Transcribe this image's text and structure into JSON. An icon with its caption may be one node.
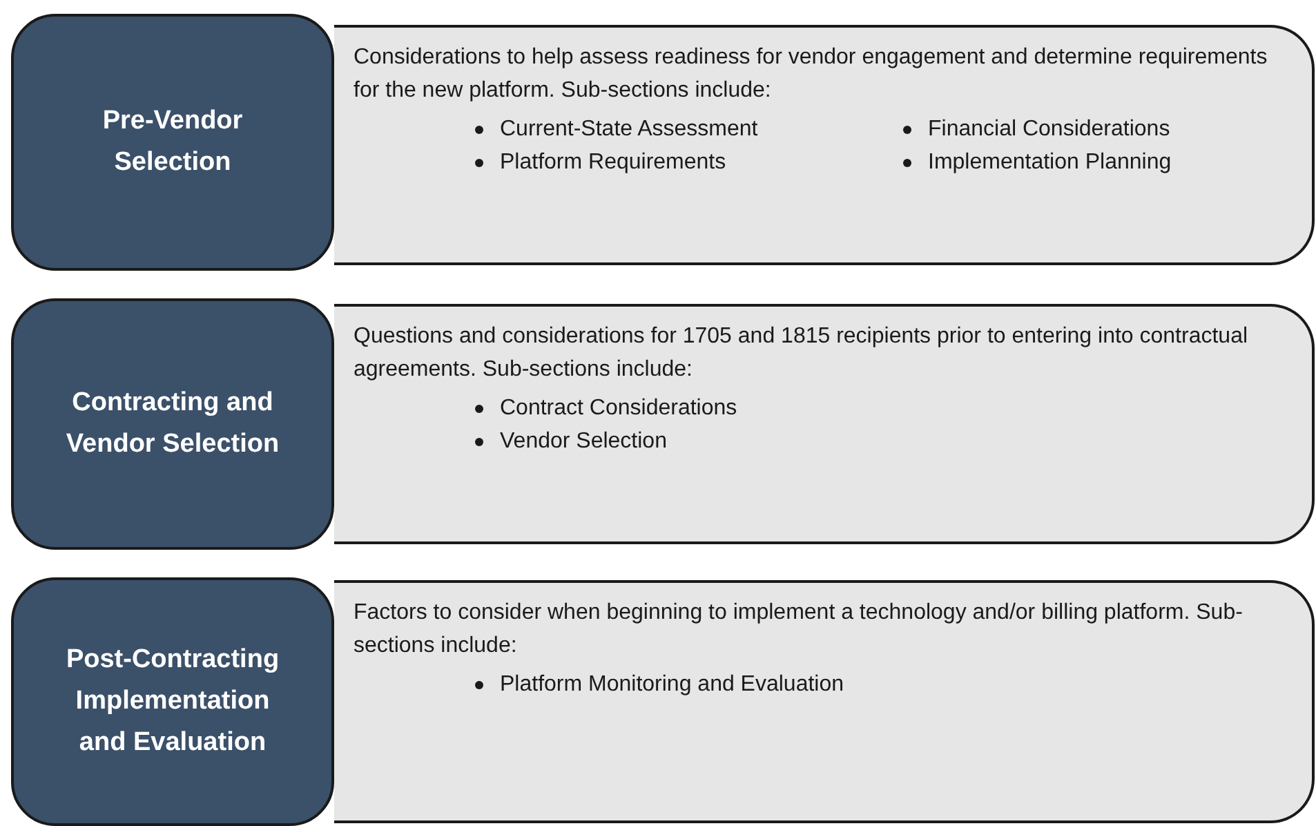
{
  "diagram": {
    "nodes": [
      {
        "text": [
          "Pre-Vendor Selection"
        ]
      },
      {
        "text": [
          "Considerations to help assess readiness for vendor engagement and determine requirements for the new platform. Sub-sections include:",
          "Current-State Assessment",
          "Financial Considerations",
          "Platform Requirements",
          "Implementation Planning"
        ]
      },
      {
        "text": [
          "Contracting and Vendor Selection"
        ]
      },
      {
        "text": [
          "Questions and considerations for 1705 and 1815 recipients prior to entering into contractual agreements. Sub-sections include:",
          "Contract Considerations",
          "Vendor Selection"
        ]
      },
      {
        "text": [
          "Post-Contracting Implementation and Evaluation"
        ]
      },
      {
        "text": [
          "Factors to consider when beginning to implement a technology and/or billing platform. Sub-sections include:",
          "Platform Monitoring and Evaluation"
        ]
      }
    ]
  }
}
